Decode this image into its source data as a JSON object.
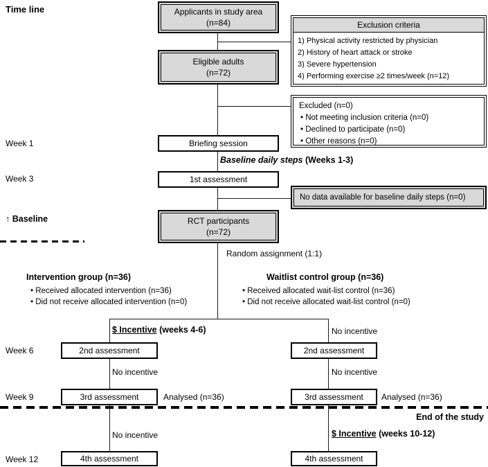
{
  "title": "Time line",
  "week_labels": {
    "w1": "Week 1",
    "w3": "Week 3",
    "w6": "Week 6",
    "w9": "Week 9",
    "w12": "Week 12"
  },
  "baseline_marker": "↑ Baseline",
  "boxes": {
    "applicants": {
      "name": "Applicants in study area",
      "n": "(n=84)"
    },
    "eligible": {
      "name": "Eligible adults",
      "n": "(n=72)"
    },
    "rct": {
      "name": "RCT participants",
      "n": "(n=72)"
    },
    "briefing": "Briefing session",
    "assessment_1st": "1st assessment",
    "assessment_2nd": "2nd assessment",
    "assessment_3rd": "3rd assessment",
    "assessment_4th": "4th assessment",
    "no_data": "No data available for baseline daily steps (n=0)"
  },
  "exclusion_criteria": {
    "title": "Exclusion criteria",
    "items": [
      "1) Physical activity restricted by physician",
      "2) History of heart attack or stroke",
      "3) Severe hypertension",
      "4) Performing exercise ≥2 times/week (n=12)"
    ]
  },
  "excluded": {
    "title": "Excluded  (n=0)",
    "items": [
      "• Not meeting inclusion criteria (n=0)",
      "• Declined to participate (n=0)",
      "• Other reasons (n=0)"
    ]
  },
  "baseline_steps": {
    "em": "Baseline daily steps",
    "rest": " (Weeks 1-3)"
  },
  "random_assignment": "Random assignment (1:1)",
  "groups": {
    "intervention": {
      "title": "Intervention group (n=36)",
      "items": [
        "• Received allocated intervention (n=36)",
        "• Did not receive allocated intervention (n=0)"
      ],
      "incentive_4_6": {
        "u": "$ Incentive",
        "rest": " (weeks 4-6)"
      },
      "no_incentive_6_9": "No incentive",
      "analysed": "Analysed  (n=36)",
      "no_incentive_10_12": "No incentive"
    },
    "waitlist": {
      "title": "Waitlist control group (n=36)",
      "items": [
        "• Received allocated wait-list control (n=36)",
        "• Did not receive allocated wait-list control (n=0)"
      ],
      "no_incentive_4_6": "No incentive",
      "no_incentive_6_9": "No incentive",
      "analysed": "Analysed  (n=36)",
      "incentive_10_12": {
        "u": "$ Incentive",
        "rest": " (weeks 10-12)"
      }
    }
  },
  "end_of_study": "End of the study",
  "colors": {
    "box_fill": "#d9d9d9",
    "border": "#000000",
    "background": "#ffffff"
  }
}
